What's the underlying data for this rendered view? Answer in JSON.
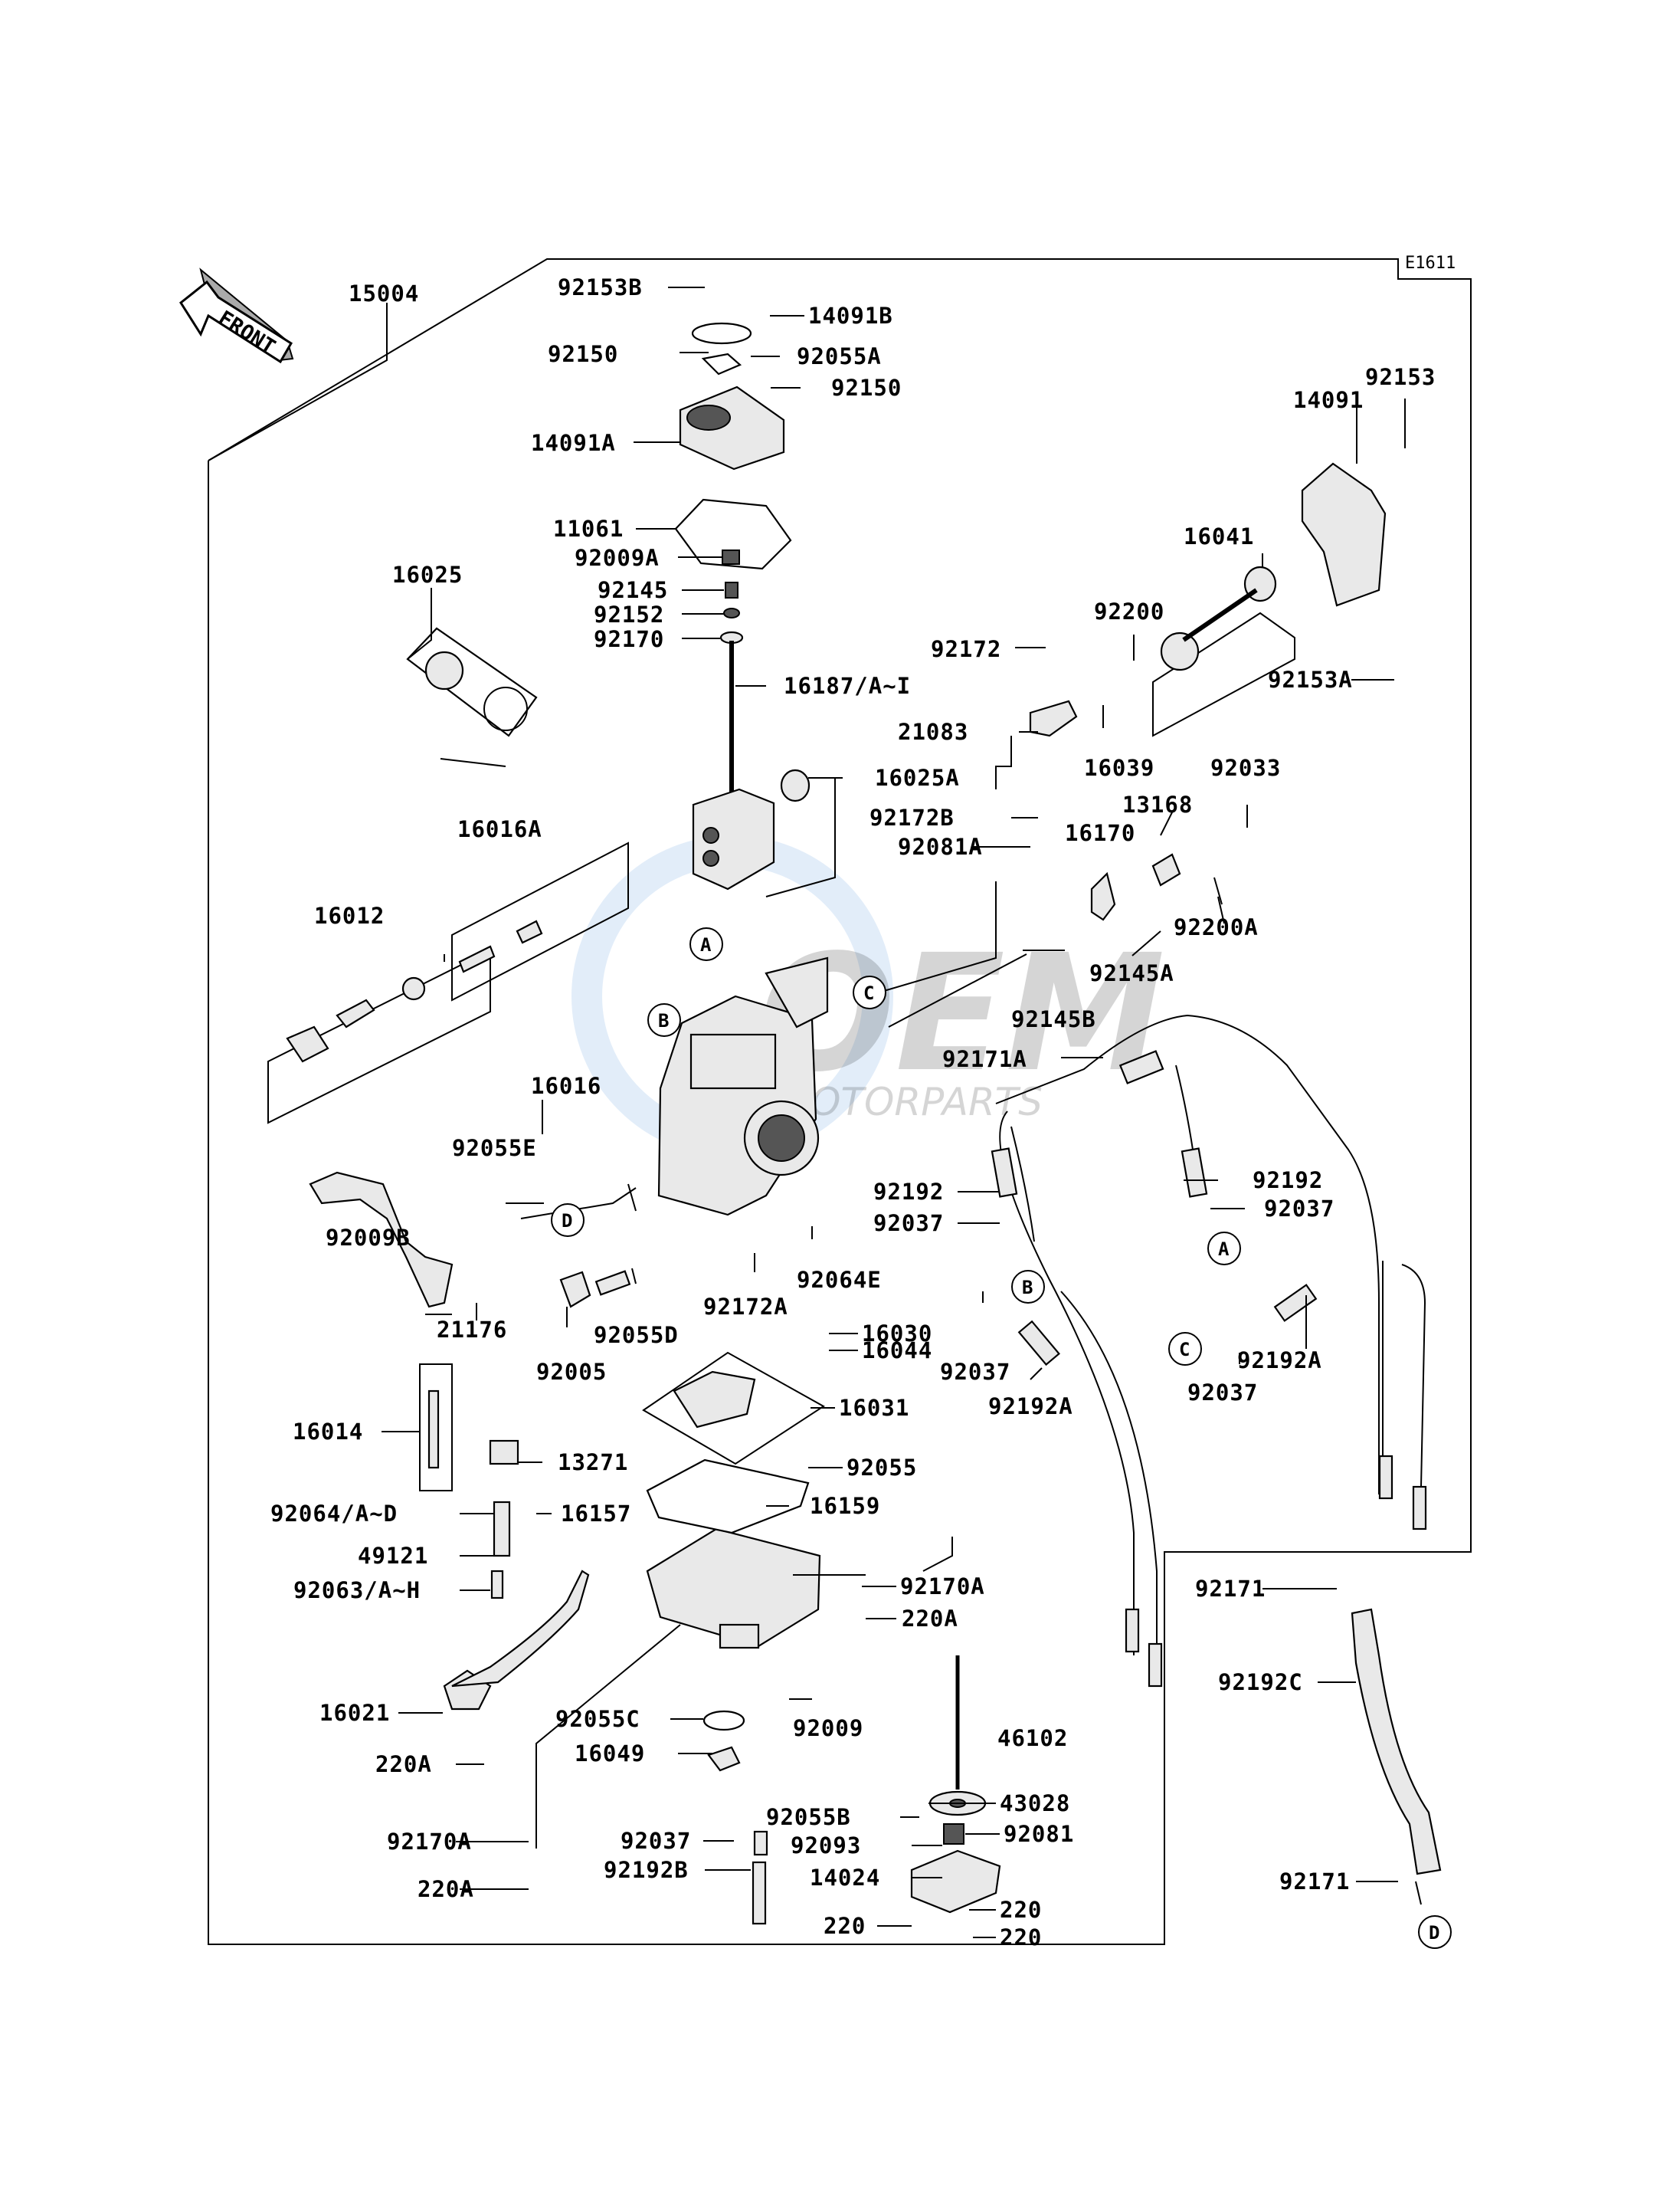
{
  "diagram": {
    "code": "E1611",
    "front_label": "FRONT",
    "watermark": {
      "brand": "OEM",
      "sub": "MOTORPARTS"
    },
    "part_labels": [
      "92153B",
      "14091B",
      "92150",
      "92055A",
      "92150",
      "14091A",
      "15004",
      "11061",
      "92009A",
      "92145",
      "92152",
      "92170",
      "16025",
      "16187/A~I",
      "16025A",
      "14091",
      "92153",
      "16041",
      "92200",
      "92172",
      "92153A",
      "21083",
      "16039",
      "92033",
      "92172B",
      "13168",
      "92081A",
      "16170",
      "16016A",
      "16012",
      "92200A",
      "92145A",
      "92145B",
      "92171A",
      "16016",
      "92055E",
      "92009B",
      "21176",
      "92192",
      "92037",
      "92192",
      "92037",
      "92064E",
      "92172A",
      "92055D",
      "92005",
      "16030",
      "16044",
      "92037",
      "92192A",
      "92192A",
      "92037",
      "16031",
      "16014",
      "13271",
      "92055",
      "92064/A~D",
      "16157",
      "16159",
      "49121",
      "92063/A~H",
      "92170A",
      "220A",
      "16021",
      "92055C",
      "92009",
      "16049",
      "220A",
      "46102",
      "43028",
      "92055B",
      "92081",
      "92170A",
      "92037",
      "92093",
      "92192B",
      "14024",
      "220",
      "220A",
      "220",
      "220",
      "92171",
      "92192C",
      "92171"
    ],
    "callouts": [
      "A",
      "B",
      "C",
      "D",
      "A",
      "B",
      "C",
      "D"
    ]
  }
}
